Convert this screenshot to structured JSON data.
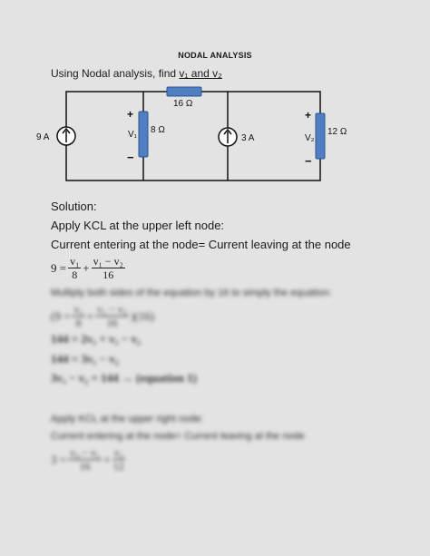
{
  "doc": {
    "title": "NODAL ANALYSIS",
    "question_prefix": "Using Nodal analysis, find",
    "question_vars": "v₁ and v₂"
  },
  "circuit": {
    "r_top": "16 Ω",
    "r_left": "8 Ω",
    "r_right": "12 Ω",
    "src_left": "9 A",
    "src_mid": "3 A",
    "v1_label": "V₁",
    "v2_label": "V₂",
    "plus": "+",
    "minus": "−"
  },
  "solution": {
    "heading": "Solution:",
    "step1": "Apply KCL at the upper left node:",
    "kcl_statement": "Current entering at the node= Current leaving at the node",
    "eq1": {
      "lhs": "9 =",
      "f1_num": "v₁",
      "f1_den": "8",
      "plus": "+",
      "f2_num": "v₁ − v₂",
      "f2_den": "16"
    },
    "multiply_text": "Multiply both sides of the equation by 16 to simply the equation:",
    "eq2": {
      "open": "(9 =",
      "f1_num": "v₁",
      "f1_den": "8",
      "plus": "+",
      "f2_num": "v₁ − v₂",
      "f2_den": "16",
      "close": ")(16)"
    },
    "eq3": "144 = 2v₁ + v₁ − v₂",
    "eq4": "144 = 3v₁ − v₂",
    "eq5": "3v₁ − v₂ = 144 → (equation 1)",
    "step2": "Apply KCL at the upper right node:",
    "kcl_statement2": "Current entering at the node= Current leaving at the node",
    "eq6": {
      "lhs": "3 =",
      "f1_num": "v₂ − v₁",
      "f1_den": "16",
      "plus": "+",
      "f2_num": "v₂",
      "f2_den": "12"
    }
  }
}
